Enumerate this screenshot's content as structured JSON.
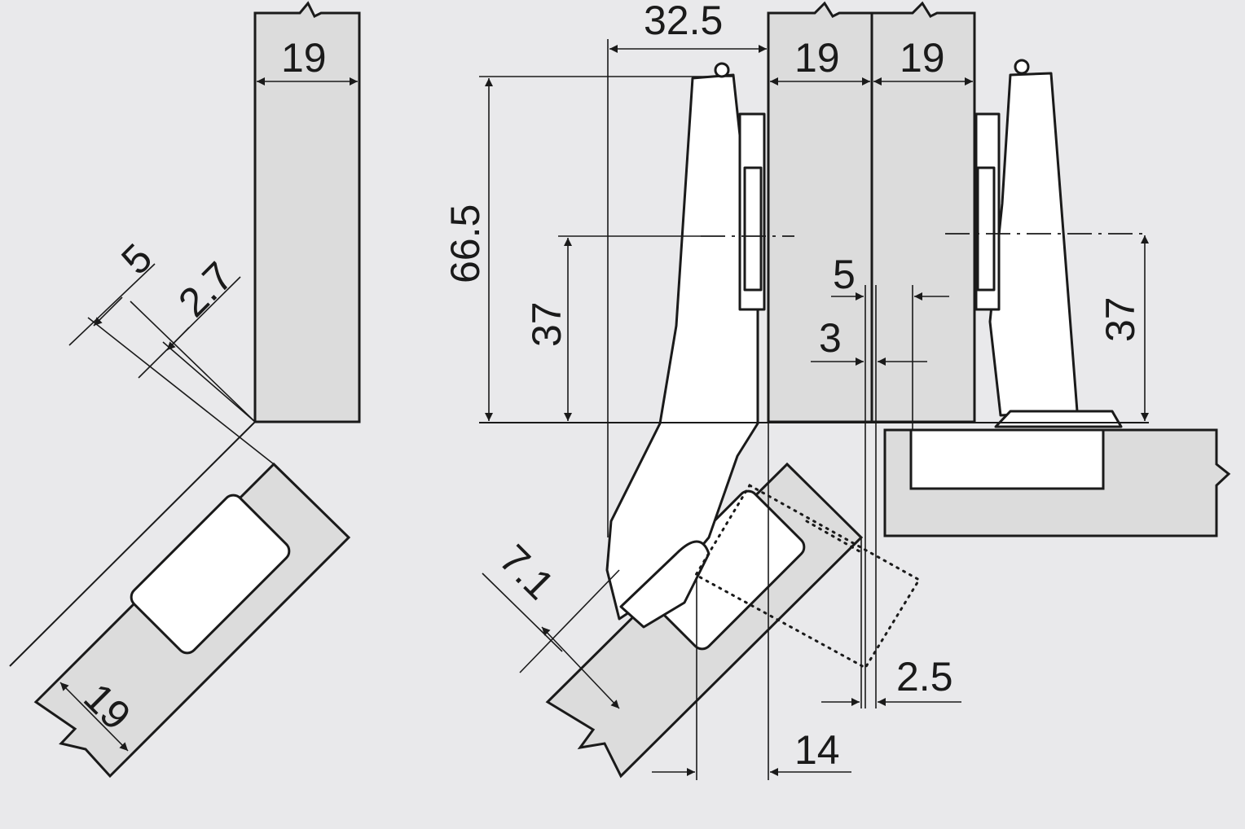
{
  "colors": {
    "background": "#e9e9eb",
    "panel": "#dcdcdc",
    "line": "#1a1a1a",
    "hinge": "#ffffff"
  },
  "dimensions": {
    "left_panel_thickness": "19",
    "left_diag_5": "5",
    "left_diag_2_7": "2.7",
    "left_lower_thickness": "19",
    "top_32_5": "32.5",
    "door_thickness": "19",
    "side_thickness": "19",
    "height_66_5": "66.5",
    "height_37_left": "37",
    "gap_5": "5",
    "gap_3": "3",
    "height_37_right": "37",
    "offset_7_1": "7.1",
    "offset_2_5": "2.5",
    "offset_14": "14"
  }
}
